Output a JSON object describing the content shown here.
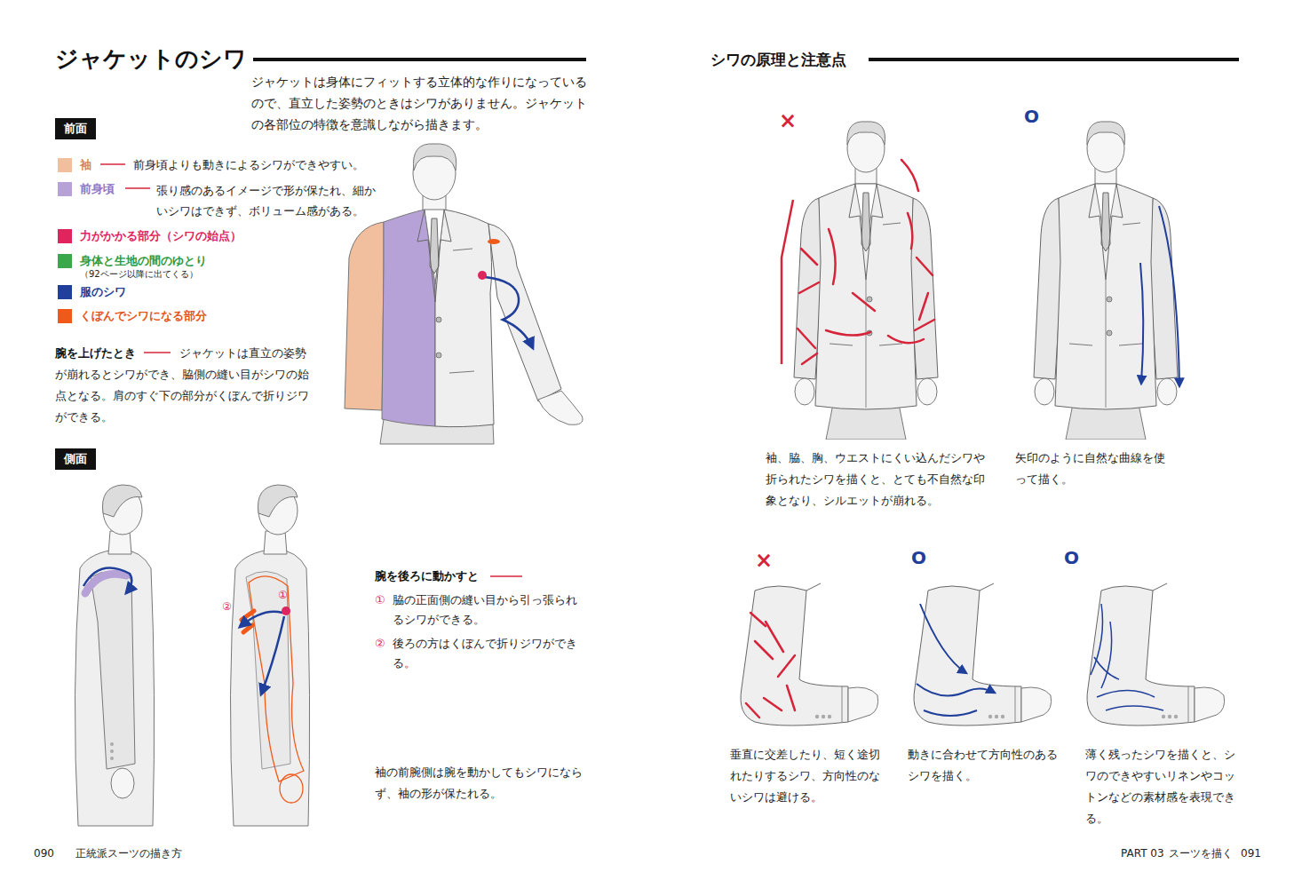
{
  "diagram": {
    "title": "ジャケットのシワ",
    "nodes": [
      {
        "text": [
          "前面"
        ]
      },
      {
        "text": [
          "側面"
        ]
      }
    ],
    "labels": [
      "シワの原理と注意点",
      "ジャケットは身体にフィットする立体的な作りになっているので、直立した姿勢のときはシワがありません。ジャケットの各部位の特徴を意識しながら描きます。",
      "前身頃よりも動きによるシワができやすい。",
      "張り感のあるイメージで形が保たれ、細かいシワはできず、ボリューム感がある。",
      "（92ページ以降に出てくる）",
      "腕を上げたとき",
      "ジャケットは直立の姿勢が崩れるとシワができ、脇側の縫い目がシワの始点となる。肩のすぐ下の部分がくぼんで折りジワができる。",
      "腕を後ろに動かすと",
      "①",
      "脇の正面側の縫い目から引っ張られるシワができる。",
      "②",
      "後ろの方はくぼんで折りジワができる。",
      "袖の前腕側は腕を動かしてもシワにならず、袖の形が保たれる。",
      "①",
      "②",
      "×",
      "O",
      "袖、脇、胸、ウエストにくい込んだシワや折られたシワを描くと、とても不自然な印象となり、シルエットが崩れる。",
      "矢印のように自然な曲線を使って描く。",
      "×",
      "O",
      "O",
      "垂直に交差したり、短く途切れたりするシワ、方向性のないシワは避ける。",
      "動きに合わせて方向性のあるシワを描く。",
      "薄く残ったシワを描くと、シワのできやすいリネンやコットンなどの素材感を表現できる。",
      "090",
      "正統派スーツの描き方",
      "PART 03",
      "スーツを描く",
      "091"
    ],
    "legend": [
      {
        "text": "袖",
        "color": "#f2bf9e"
      },
      {
        "text": "前身頃",
        "color": "#b6a2d6"
      },
      {
        "text": "力がかかる部分（シワの始点）",
        "color": "#e0245e"
      },
      {
        "text": "身体と生地の間のゆとり",
        "color": "#3aa84a"
      },
      {
        "text": "服のシワ",
        "color": "#1f3f9a"
      },
      {
        "text": "くぼんでシワになる部分",
        "color": "#ef5a1a"
      }
    ]
  }
}
